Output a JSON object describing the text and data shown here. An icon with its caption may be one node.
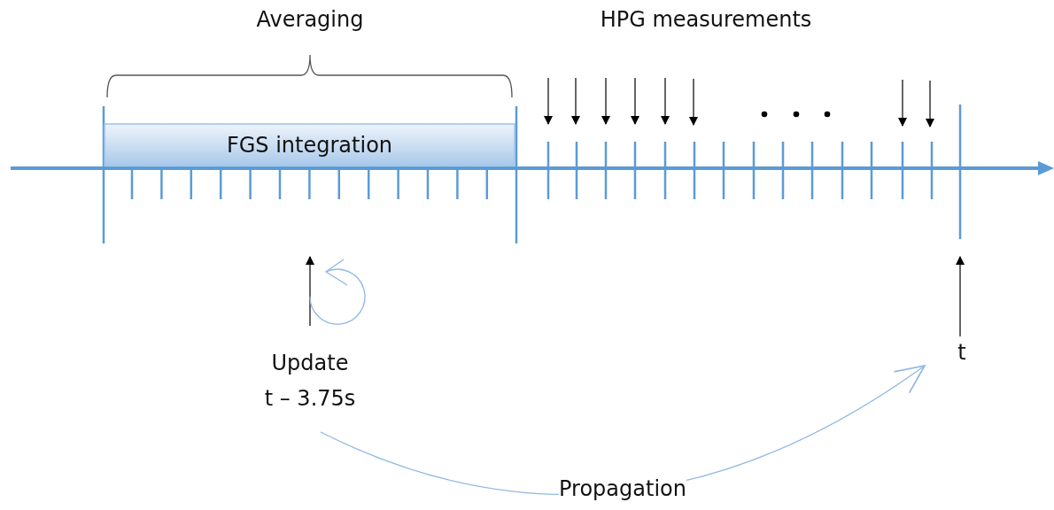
{
  "diagram": {
    "nodes": [
      {
        "text": [
          "FGS integration"
        ]
      },
      {
        "text": [
          "Update",
          "t – 3.75s"
        ]
      },
      {
        "text": [
          "t"
        ]
      }
    ],
    "edges": [
      {
        "from": 1,
        "to": 2,
        "arrow": "to",
        "label": "Propagation"
      }
    ],
    "labels": [
      "Averaging",
      "HPG measurements"
    ]
  }
}
